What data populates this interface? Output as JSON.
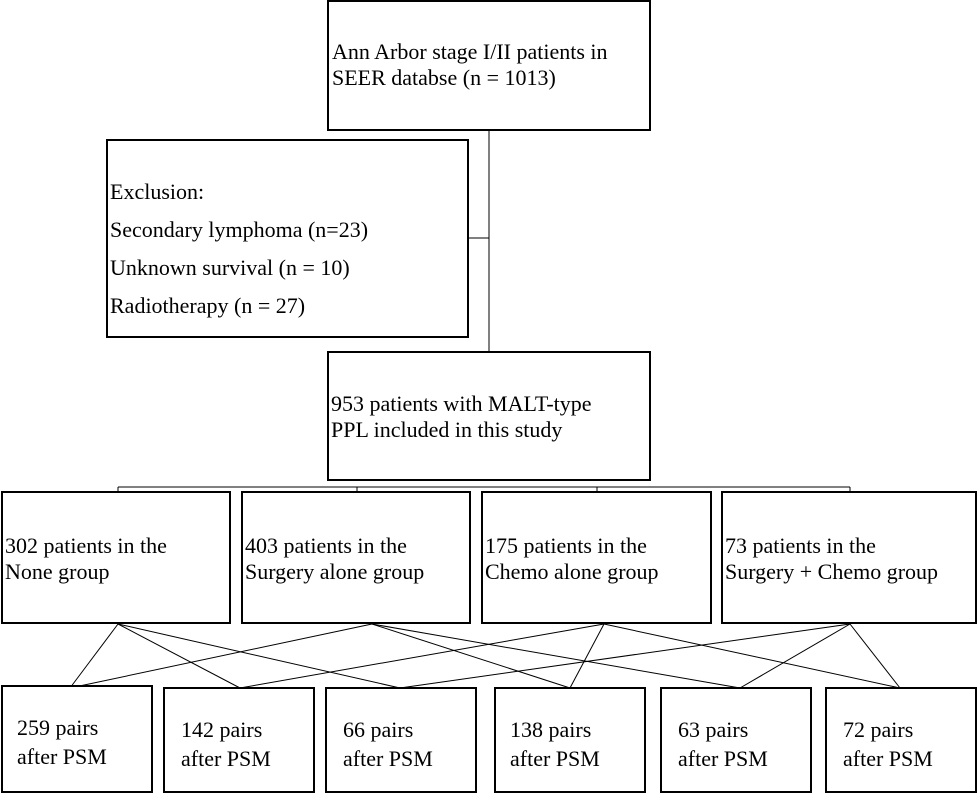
{
  "top": {
    "line1": "Ann Arbor stage I/II patients in",
    "line2": "SEER databse (n = 1013)"
  },
  "exclusion": {
    "heading": "Exclusion:",
    "items": [
      "Secondary lymphoma (n=23)",
      "Unknown survival (n = 10)",
      "Radiotherapy (n = 27)"
    ]
  },
  "included": {
    "line1": "953 patients with MALT-type",
    "line2": "PPL included in this study"
  },
  "groups": [
    {
      "line1": "302 patients in the",
      "line2": "None group"
    },
    {
      "line1": "403 patients in the",
      "line2": "Surgery alone  group"
    },
    {
      "line1": "175 patients in the",
      "line2": "Chemo alone group"
    },
    {
      "line1": "73 patients in the",
      "line2": "Surgery + Chemo group"
    }
  ],
  "pairs": [
    {
      "line1": "259 pairs",
      "line2": "after PSM"
    },
    {
      "line1": "142 pairs",
      "line2": "after PSM"
    },
    {
      "line1": "66 pairs",
      "line2": "after PSM"
    },
    {
      "line1": "138 pairs",
      "line2": "after PSM"
    },
    {
      "line1": "63 pairs",
      "line2": "after PSM"
    },
    {
      "line1": "72 pairs",
      "line2": "after PSM"
    }
  ]
}
